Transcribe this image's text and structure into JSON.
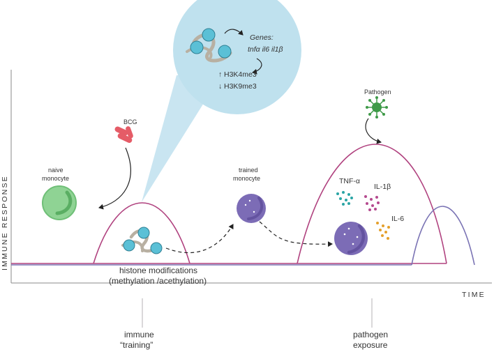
{
  "bubble": {
    "genes_title": "Genes:",
    "genes_list": "tnfα il6 il1β",
    "mark1": "H3K4me3",
    "mark2": "H3K9me3"
  },
  "labels": {
    "bcg": "BCG",
    "naive_line1": "naive",
    "naive_line2": "monocyte",
    "trained_line1": "trained",
    "trained_line2": "monocyte",
    "pathogen": "Pathogen",
    "tnf": "TNF-α",
    "il1b": "IL-1β",
    "il6": "IL-6",
    "histone_line1": "histone modifications",
    "histone_line2": "(methylation /acethylation)",
    "training_line1": "immune",
    "training_line2": "“training”",
    "exposure_line1": "pathogen",
    "exposure_line2": "exposure"
  },
  "axes": {
    "y": "IMMUNE RESPONSE",
    "x": "TIME"
  },
  "colors": {
    "bubble_fill": "#bfe1ee",
    "naive_curve": "#b0427f",
    "trained_curve": "#7a73b4",
    "naive_cell": "#8fd394",
    "trained_cell": "#7c6cb6",
    "bcg": "#e55c67",
    "pathogen": "#3e9a48",
    "tnf_dots": "#2aa5a5",
    "il1b_dots": "#b54a8f",
    "il6_dots": "#e5a02c",
    "nucleosome": "#5bc0d6"
  },
  "icons": [
    "nucleosome-icon",
    "bcg-bacteria-icon",
    "pathogen-virus-icon",
    "naive-monocyte-icon",
    "trained-monocyte-icon",
    "cytokine-dots-icon"
  ]
}
